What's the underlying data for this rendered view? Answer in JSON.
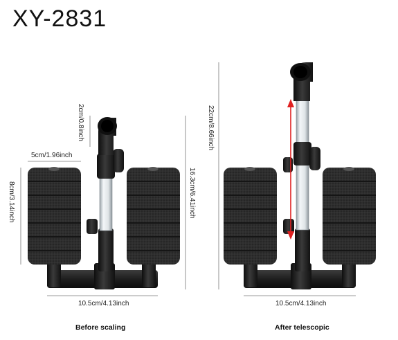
{
  "title": "XY-2831",
  "left": {
    "top_dim": "2cm/0.8inch",
    "sponge_width": "5cm/1.96inch",
    "sponge_height": "8cm/3.14inch",
    "total_height": "16.3cm/6.41inch",
    "base_width": "10.5cm/4.13inch",
    "caption": "Before scaling"
  },
  "right": {
    "total_height": "22cm/8.66inch",
    "base_width": "10.5cm/4.13inch",
    "caption": "After telescopic"
  },
  "colors": {
    "sponge": "#2b2b2b",
    "plastic": "#1c1c1c",
    "tube": "#cfd6db",
    "arrow": "#e02020"
  }
}
